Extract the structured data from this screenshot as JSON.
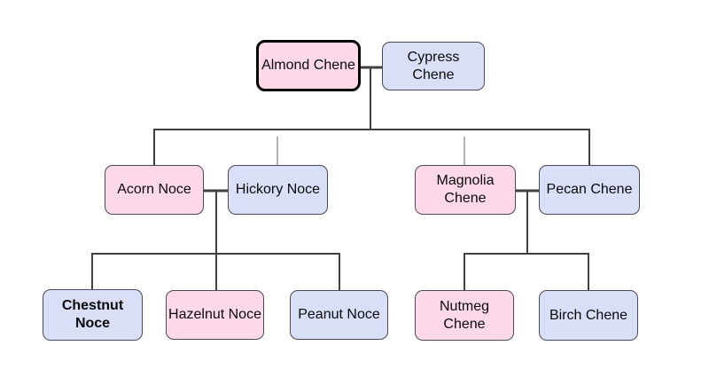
{
  "diagram": {
    "type": "family-tree",
    "colors": {
      "pink": "#fcd8e8",
      "lavender": "#d9dff6",
      "connector": "#404040",
      "faint_connector": "#9a9a9a",
      "selected_border": "#000000"
    },
    "nodes": {
      "almond": {
        "label": "Almond Chene",
        "fill": "pink",
        "selected": true,
        "bold": false
      },
      "cypress": {
        "label": "Cypress Chene",
        "fill": "lavender",
        "selected": false,
        "bold": false
      },
      "acorn": {
        "label": "Acorn Noce",
        "fill": "pink",
        "selected": false,
        "bold": false
      },
      "hickory": {
        "label": "Hickory Noce",
        "fill": "lavender",
        "selected": false,
        "bold": false
      },
      "magnolia": {
        "label": "Magnolia Chene",
        "fill": "pink",
        "selected": false,
        "bold": false
      },
      "pecan": {
        "label": "Pecan Chene",
        "fill": "lavender",
        "selected": false,
        "bold": false
      },
      "chestnut": {
        "label": "Chestnut Noce",
        "fill": "lavender",
        "selected": false,
        "bold": true
      },
      "hazelnut": {
        "label": "Hazelnut Noce",
        "fill": "pink",
        "selected": false,
        "bold": false
      },
      "peanut": {
        "label": "Peanut Noce",
        "fill": "lavender",
        "selected": false,
        "bold": false
      },
      "nutmeg": {
        "label": "Nutmeg Chene",
        "fill": "pink",
        "selected": false,
        "bold": false
      },
      "birch": {
        "label": "Birch Chene",
        "fill": "lavender",
        "selected": false,
        "bold": false
      }
    }
  }
}
